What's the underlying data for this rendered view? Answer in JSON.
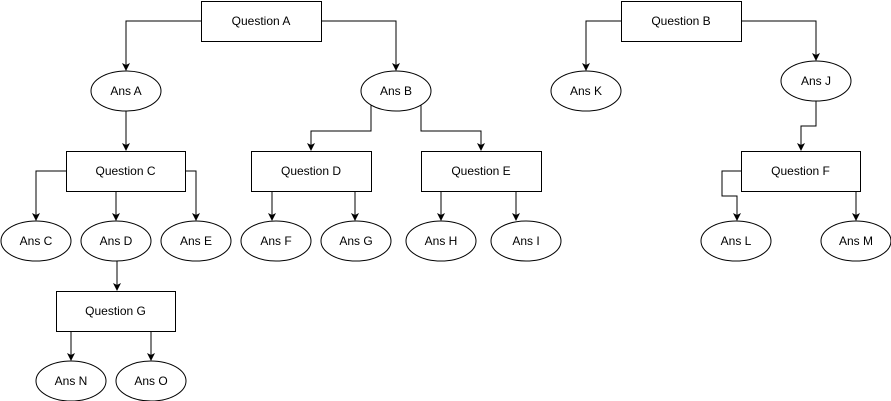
{
  "colors": {
    "stroke": "#000000",
    "fill": "#ffffff",
    "text": "#000000"
  },
  "nodes": {
    "qa": {
      "label": "Question A",
      "shape": "rect"
    },
    "qb": {
      "label": "Question B",
      "shape": "rect"
    },
    "qc": {
      "label": "Question C",
      "shape": "rect"
    },
    "qd": {
      "label": "Question D",
      "shape": "rect"
    },
    "qe": {
      "label": "Question E",
      "shape": "rect"
    },
    "qf": {
      "label": "Question F",
      "shape": "rect"
    },
    "qg": {
      "label": "Question G",
      "shape": "rect"
    },
    "ansA": {
      "label": "Ans A",
      "shape": "ellipse"
    },
    "ansB": {
      "label": "Ans B",
      "shape": "ellipse"
    },
    "ansC": {
      "label": "Ans C",
      "shape": "ellipse"
    },
    "ansD": {
      "label": "Ans D",
      "shape": "ellipse"
    },
    "ansE": {
      "label": "Ans E",
      "shape": "ellipse"
    },
    "ansF": {
      "label": "Ans F",
      "shape": "ellipse"
    },
    "ansG": {
      "label": "Ans G",
      "shape": "ellipse"
    },
    "ansH": {
      "label": "Ans H",
      "shape": "ellipse"
    },
    "ansI": {
      "label": "Ans I",
      "shape": "ellipse"
    },
    "ansJ": {
      "label": "Ans J",
      "shape": "ellipse"
    },
    "ansK": {
      "label": "Ans K",
      "shape": "ellipse"
    },
    "ansL": {
      "label": "Ans L",
      "shape": "ellipse"
    },
    "ansM": {
      "label": "Ans M",
      "shape": "ellipse"
    },
    "ansN": {
      "label": "Ans N",
      "shape": "ellipse"
    },
    "ansO": {
      "label": "Ans O",
      "shape": "ellipse"
    }
  },
  "edges": [
    {
      "from": "qa",
      "to": "ansA"
    },
    {
      "from": "qa",
      "to": "ansB"
    },
    {
      "from": "ansA",
      "to": "qc"
    },
    {
      "from": "ansB",
      "to": "qd"
    },
    {
      "from": "ansB",
      "to": "qe"
    },
    {
      "from": "qc",
      "to": "ansC"
    },
    {
      "from": "qc",
      "to": "ansD"
    },
    {
      "from": "qc",
      "to": "ansE"
    },
    {
      "from": "qd",
      "to": "ansF"
    },
    {
      "from": "qd",
      "to": "ansG"
    },
    {
      "from": "qe",
      "to": "ansH"
    },
    {
      "from": "qe",
      "to": "ansI"
    },
    {
      "from": "ansD",
      "to": "qg"
    },
    {
      "from": "qg",
      "to": "ansN"
    },
    {
      "from": "qg",
      "to": "ansO"
    },
    {
      "from": "qb",
      "to": "ansK"
    },
    {
      "from": "qb",
      "to": "ansJ"
    },
    {
      "from": "ansJ",
      "to": "qf"
    },
    {
      "from": "qf",
      "to": "ansL"
    },
    {
      "from": "qf",
      "to": "ansM"
    }
  ]
}
